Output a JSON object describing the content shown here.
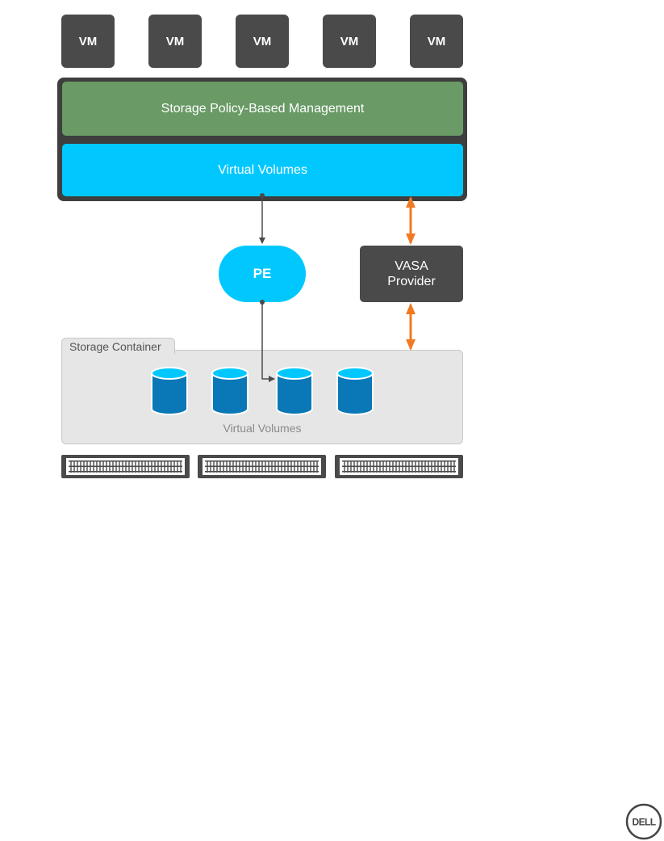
{
  "vms": [
    "VM",
    "VM",
    "VM",
    "VM",
    "VM"
  ],
  "layers": {
    "spbm": "Storage Policy-Based Management",
    "virtual_volumes": "Virtual Volumes"
  },
  "pe": "PE",
  "vasa_provider": {
    "line1": "VASA",
    "line2": "Provider"
  },
  "storage_container": {
    "title": "Storage Container",
    "volumes_label": "Virtual Volumes",
    "volume_count": 4
  },
  "storage_shelves": 3,
  "logo": {
    "text": "DELL"
  },
  "colors": {
    "vm": "#4a4a4a",
    "spbm": "#6a9b66",
    "virtual_volumes": "#00c8ff",
    "pe": "#00c8ff",
    "vasa": "#4a4a4a",
    "arrow_orange": "#f07a24",
    "arrow_data": "#4a4a4a",
    "disk": "#0a78b6",
    "container_bg": "#e6e6e6"
  }
}
